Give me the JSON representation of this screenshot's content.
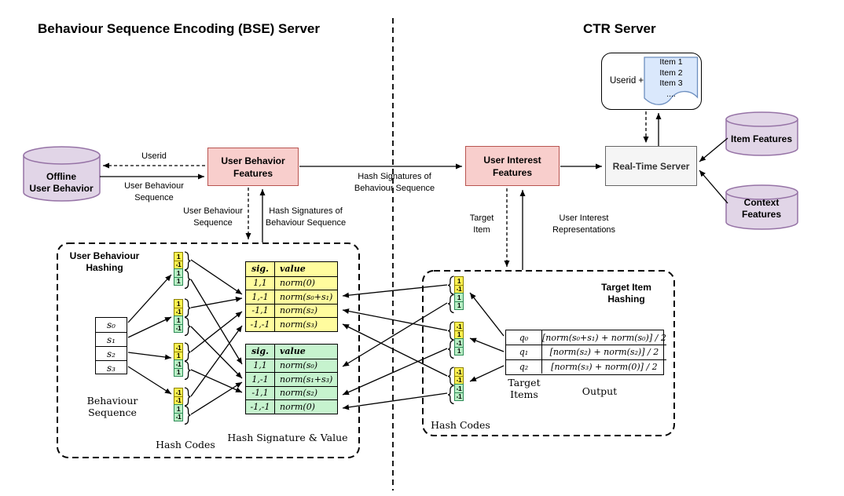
{
  "titles": {
    "bse": "Behaviour Sequence Encoding (BSE) Server",
    "ctr": "CTR Server"
  },
  "colors": {
    "pink-fill": "#F8CECC",
    "pink-stroke": "#B85450",
    "purple-fill": "#E1D5E7",
    "purple-stroke": "#9673A6",
    "gray-fill": "#F5F5F5",
    "gray-stroke": "#666666",
    "blue-fill": "#DAE8FC",
    "blue-stroke": "#6C8EBF",
    "yellow-fill": "#FFFC9E",
    "yellow-cell": "#FFF251",
    "yellow-stroke": "#8B8000",
    "green-fill": "#C6F3CE",
    "green-cell": "#B9EFC5",
    "green-stroke": "#2E8B57"
  },
  "nodes": {
    "offline_db": [
      "Offline",
      "User Behavior"
    ],
    "user_behavior_features": [
      "User Behavior",
      "Features"
    ],
    "user_interest_features": [
      "User Interest",
      "Features"
    ],
    "real_time_server": "Real-Time Server",
    "item_features": "Item Features",
    "context_features": [
      "Context",
      "Features"
    ],
    "userid_card": "Userid +",
    "doc_items": [
      "Item 1",
      "Item 2",
      "Item 3",
      "...."
    ]
  },
  "edge_labels": {
    "userid": "Userid",
    "user_behaviour_sequence": [
      "User Behaviour",
      "Sequence"
    ],
    "hash_signatures": [
      "Hash Signatures of",
      "Behaviour Sequence"
    ],
    "target_item": [
      "Target",
      "Item"
    ],
    "user_interest_repr": [
      "User Interest",
      "Representations"
    ]
  },
  "bse": {
    "hashing_title": [
      "User Behaviour",
      "Hashing"
    ],
    "sequence_cells": [
      "s₀",
      "s₁",
      "s₂",
      "s₃"
    ],
    "sequence_label": [
      "Behaviour",
      "Sequence"
    ],
    "hash_groups": [
      [
        "1",
        "-1",
        "1",
        "1"
      ],
      [
        "1",
        "-1",
        "1",
        "-1"
      ],
      [
        "-1",
        "1",
        "-1",
        "1"
      ],
      [
        "-1",
        "-1",
        "1",
        "-1"
      ]
    ],
    "hash_codes_label": "Hash Codes",
    "table_header": {
      "sig": "sig.",
      "value": "value"
    },
    "yellow_rows": [
      [
        "1,1",
        "norm(0)"
      ],
      [
        "1,-1",
        "norm(s₀+s₁)"
      ],
      [
        "-1,1",
        "norm(s₂)"
      ],
      [
        "-1,-1",
        "norm(s₃)"
      ]
    ],
    "green_rows": [
      [
        "1,1",
        "norm(s₀)"
      ],
      [
        "1,-1",
        "norm(s₁+s₃)"
      ],
      [
        "-1,1",
        "norm(s₂)"
      ],
      [
        "-1,-1",
        "norm(0)"
      ]
    ],
    "hsv_label": "Hash Signature & Value"
  },
  "ctr": {
    "hashing_title": [
      "Target Item",
      "Hashing"
    ],
    "hash_groups": [
      [
        "1",
        "-1",
        "1",
        "1"
      ],
      [
        "-1",
        "1",
        "-1",
        "1"
      ],
      [
        "-1",
        "-1",
        "-1",
        "-1"
      ]
    ],
    "hash_codes_label": "Hash Codes",
    "output_rows": [
      [
        "q₀",
        "[norm(s₀+s₁) + norm(s₀)] / 2"
      ],
      [
        "q₁",
        "[norm(s₂) + norm(s₂)] / 2"
      ],
      [
        "q₂",
        "[norm(s₃) + norm(0)] / 2"
      ]
    ],
    "target_items_label": [
      "Target",
      "Items"
    ],
    "output_label": "Output"
  }
}
